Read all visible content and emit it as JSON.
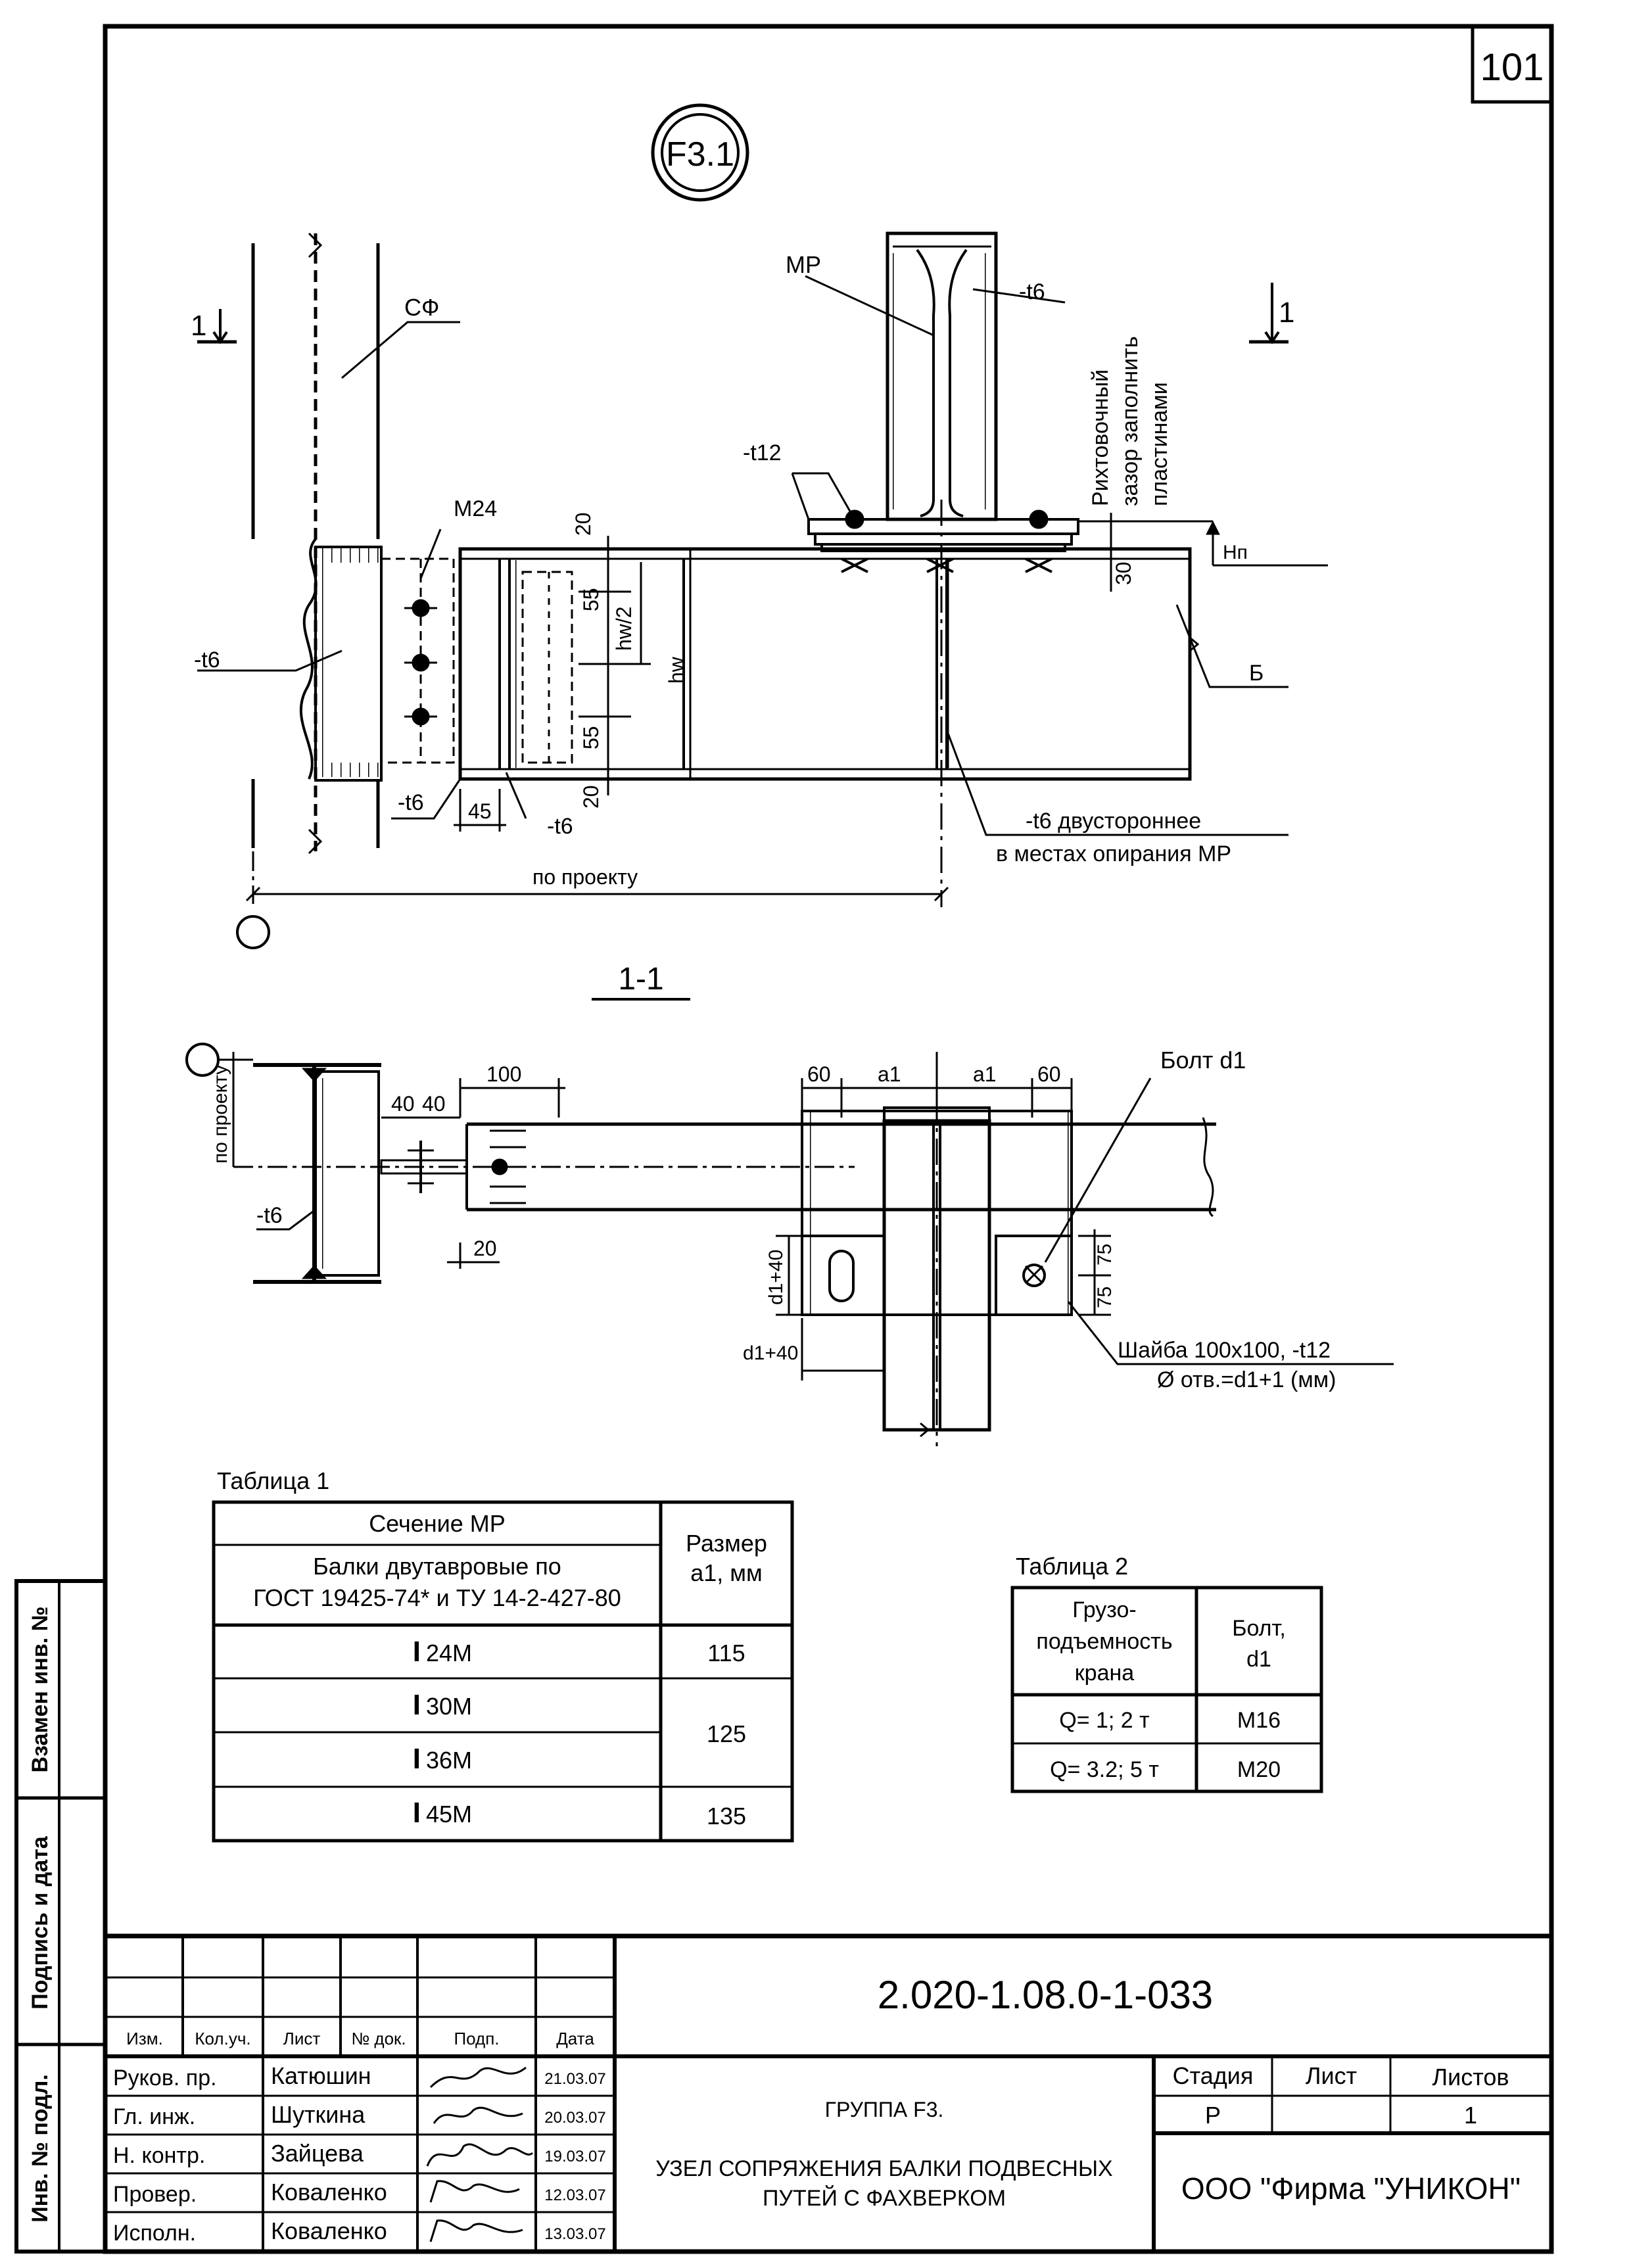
{
  "sheet_number": "101",
  "node_mark": "F3.1",
  "callouts": {
    "section_mark": "1",
    "sf": "СФ",
    "mr": "МР",
    "t6": "-t6",
    "t12": "-t12",
    "m24": "М24",
    "b": "Б",
    "hn": "Нп",
    "hw": "hw",
    "hw2": "hw/2",
    "rikht_1": "Рихтовочный",
    "rikht_2": "зазор заполнить",
    "rikht_3": "пластинами",
    "t6_double_1": "-t6 двустороннее",
    "t6_double_2": "в местах опирания МР",
    "po_proektu": "по проекту",
    "bolt": "Болт d1",
    "washer_1": "Шайба 100х100, -t12",
    "washer_2": "Ø отв.=d1+1 (мм)",
    "d1_40": "d1+40",
    "a1": "a1"
  },
  "dims": {
    "d20": "20",
    "d55": "55",
    "d30": "30",
    "d45": "45",
    "d40": "40",
    "d100": "100",
    "d60": "60",
    "d75": "75"
  },
  "section_title": "1-1",
  "table1": {
    "caption": "Таблица 1",
    "header_1": "Сечение МР",
    "header_2": "Балки двутавровые по",
    "header_3": "ГОСТ 19425-74* и ТУ 14-2-427-80",
    "size_1": "Размер",
    "size_2": "а1, мм",
    "rows": [
      {
        "section": "24М",
        "size": "115"
      },
      {
        "section": "30М",
        "size": ""
      },
      {
        "section": "36М",
        "size": ""
      },
      {
        "section": "45М",
        "size": "135"
      }
    ],
    "merged_size": "125"
  },
  "table2": {
    "caption": "Таблица 2",
    "h1_1": "Грузо-",
    "h1_2": "подъемность",
    "h1_3": "крана",
    "h2_1": "Болт,",
    "h2_2": "d1",
    "rows": [
      {
        "load": "Q= 1; 2 т",
        "bolt": "М16"
      },
      {
        "load": "Q= 3.2; 5 т",
        "bolt": "М20"
      }
    ]
  },
  "side_stamp": [
    "Взамен инв. №",
    "Подпись и дата",
    "Инв. № подл."
  ],
  "title_block": {
    "code": "2.020-1.08.0-1-033",
    "headers": [
      "Изм.",
      "Кол.уч.",
      "Лист",
      "№ док.",
      "Подп.",
      "Дата"
    ],
    "people": [
      {
        "role": "Руков. пр.",
        "name": "Катюшин",
        "date": "21.03.07"
      },
      {
        "role": "Гл. инж.",
        "name": "Шуткина",
        "date": "20.03.07"
      },
      {
        "role": "Н. контр.",
        "name": "Зайцева",
        "date": "19.03.07"
      },
      {
        "role": "Провер.",
        "name": "Коваленко",
        "date": "12.03.07"
      },
      {
        "role": "Исполн.",
        "name": "Коваленко",
        "date": "13.03.07"
      }
    ],
    "group": "ГРУППА F3.",
    "name_1": "УЗЕЛ СОПРЯЖЕНИЯ БАЛКИ ПОДВЕСНЫХ",
    "name_2": "ПУТЕЙ С ФАХВЕРКОМ",
    "stage_label": "Стадия",
    "sheet_label": "Лист",
    "sheets_label": "Листов",
    "stage": "Р",
    "sheet": "",
    "sheets": "1",
    "company": "ООО  \"Фирма \"УНИКОН\""
  }
}
